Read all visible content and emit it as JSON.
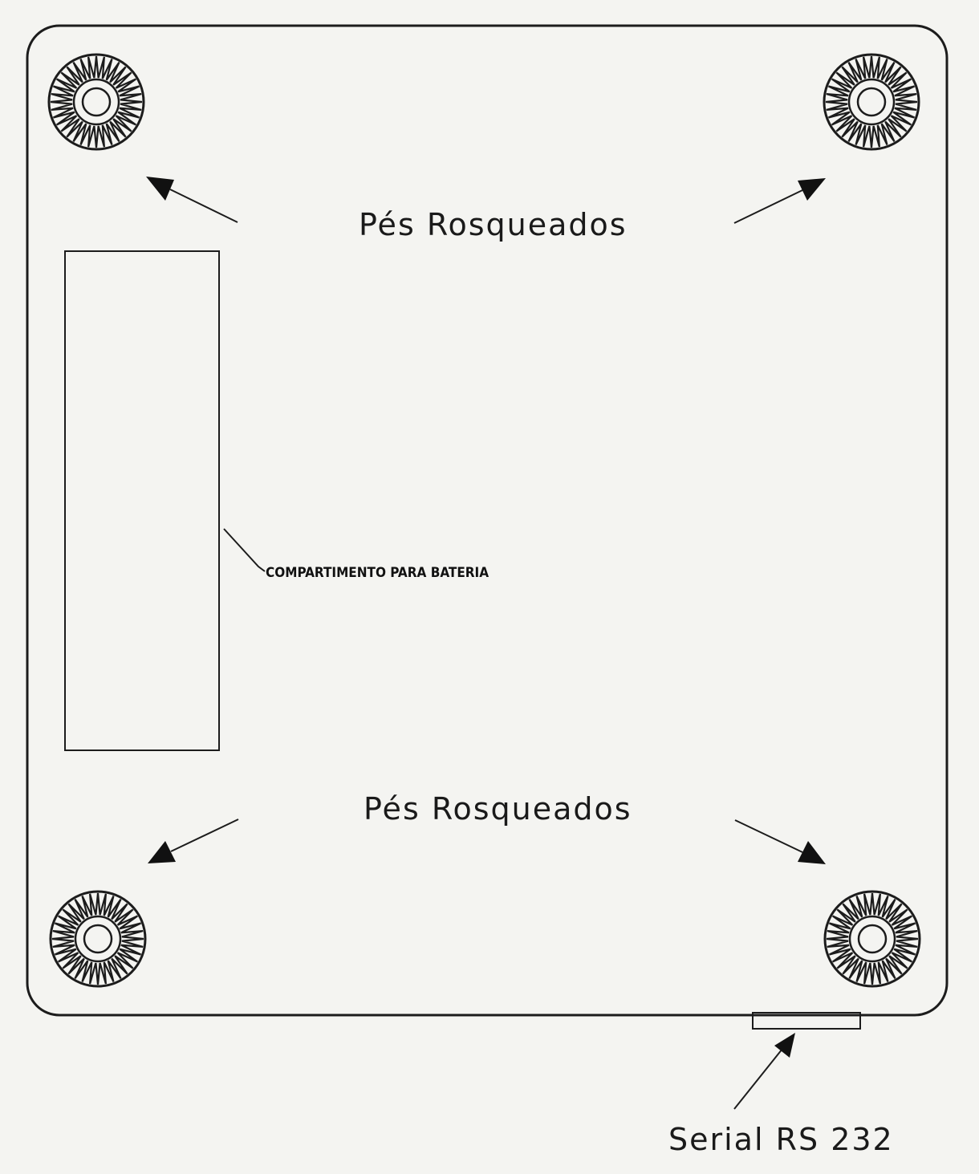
{
  "labels": {
    "feet_top": "Pés Rosqueados",
    "feet_bottom": "Pés Rosqueados",
    "battery": "COMPARTIMENTO PARA BATERIA",
    "serial": "Serial RS 232"
  },
  "icons": {
    "foot": "threaded-foot-icon",
    "arrow": "arrow-icon"
  },
  "colors": {
    "line": "#1c1c1c",
    "background": "#f4f4f1"
  }
}
